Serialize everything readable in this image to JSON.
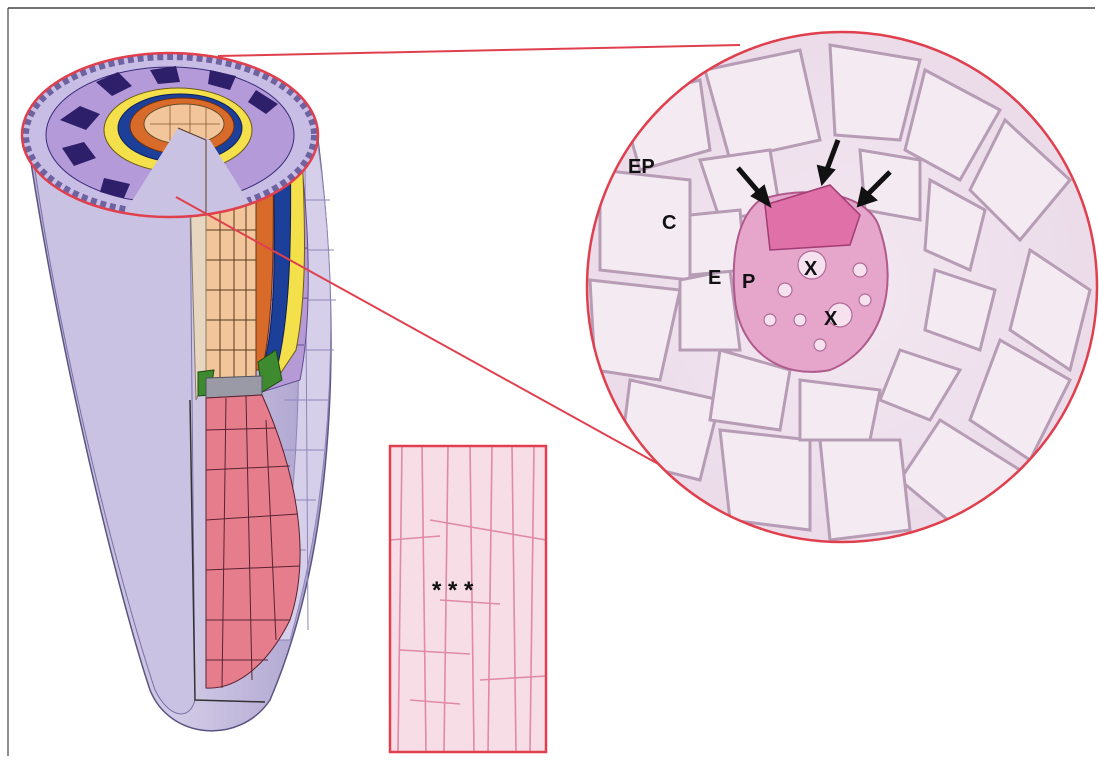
{
  "labels": {
    "epidermis": "EP",
    "cortex": "C",
    "endodermis": "E",
    "pericycle": "P",
    "xylem_1": "X",
    "xylem_2": "X",
    "asterisks": "* * *"
  },
  "colors": {
    "root_surface": "#c6bedd",
    "root_shadow": "#9a90bf",
    "cortex_lavender": "#b69ad6",
    "cortex_dark": "#2e1f6b",
    "endodermis_yellow": "#f3e04a",
    "pericycle_blue": "#1c3f9a",
    "phloem_orange": "#d86a2a",
    "stele_peach": "#f2c69a",
    "root_cap_pink": "#e67d8c",
    "green_cells": "#3e8a2e",
    "quiescent_gray": "#9a9aa6",
    "highlight_red": "#e0404e",
    "micrograph_bg": "#f1e6ef",
    "micrograph_stain": "#e07ab0",
    "inset_bg": "#f7dde6"
  },
  "icons": [
    "arrow-icon",
    "arrow-icon",
    "arrow-icon"
  ]
}
